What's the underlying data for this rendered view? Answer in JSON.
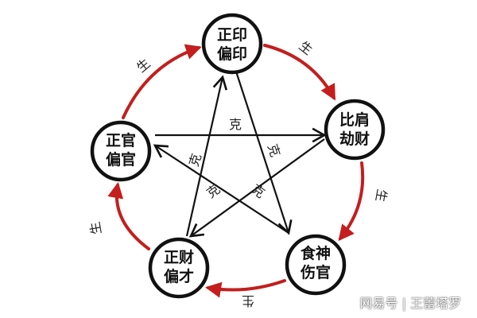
{
  "nodes": {
    "top": {
      "line1": "正印",
      "line2": "偏印"
    },
    "right": {
      "line1": "比肩",
      "line2": "劫财"
    },
    "bottom_right": {
      "line1": "食神",
      "line2": "伤官"
    },
    "bottom_left": {
      "line1": "正财",
      "line2": "偏才"
    },
    "left": {
      "line1": "正官",
      "line2": "偏官"
    }
  },
  "generate_label": "生",
  "control_label": "克",
  "watermark": "网易号 | 王蕾塔罗",
  "colors": {
    "generate_arrow": "#c41e1e",
    "control_arrow": "#111111",
    "node_border": "#111111"
  }
}
